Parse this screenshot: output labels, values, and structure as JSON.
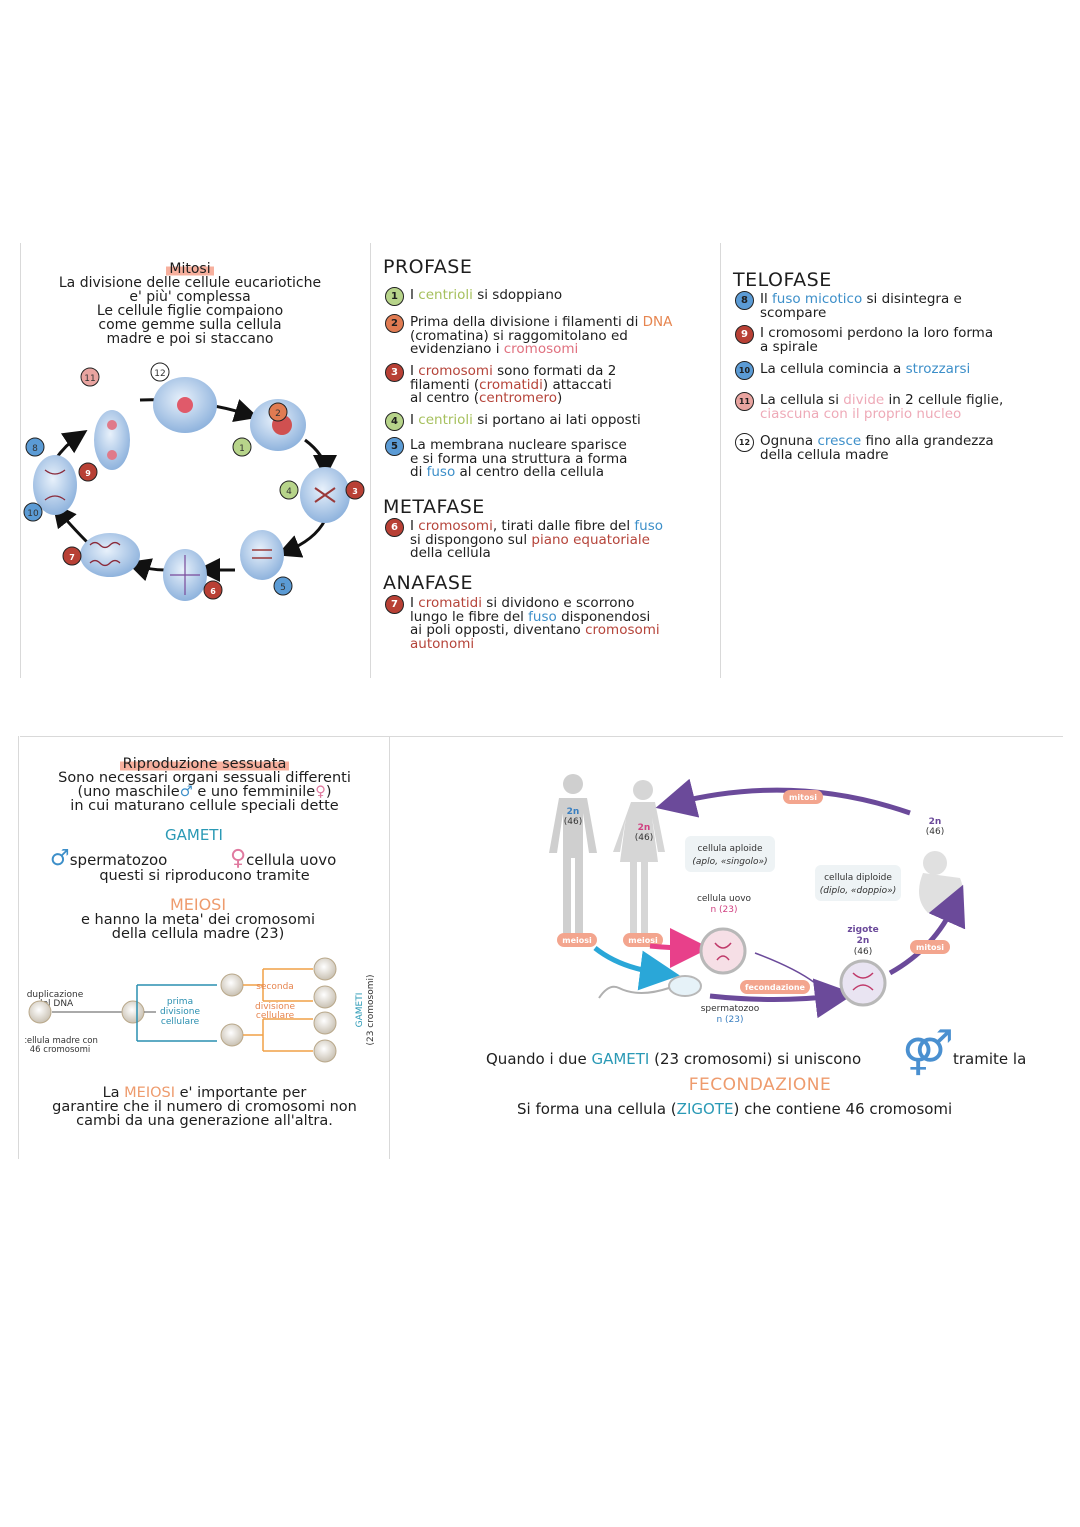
{
  "mitosi": {
    "title": "Mitosi",
    "intro1": "La divisione delle cellule eucariotiche",
    "intro2": "e' più' complessa",
    "intro3": "Le cellule figlie compaiono",
    "intro4": "come gemme sulla cellula",
    "intro5": "madre e poi si staccano",
    "cycle_numbers": [
      "1",
      "2",
      "3",
      "4",
      "5",
      "6",
      "7",
      "8",
      "9",
      "10",
      "11",
      "12"
    ]
  },
  "profase": {
    "title": "PROFASE",
    "i1_num": "1",
    "i1_a": "I ",
    "i1_b": "centrioli",
    "i1_c": " si sdoppiano",
    "i2_num": "2",
    "i2_a": "Prima della divisione i filamenti di ",
    "i2_b": "DNA",
    "i2_c": "(cromatina) si raggomitolano ed",
    "i2_d": "evidenziano i ",
    "i2_e": "cromosomi",
    "i3_num": "3",
    "i3_a": "I ",
    "i3_b": "cromosomi",
    "i3_c": " sono formati da 2",
    "i3_d": "filamenti (",
    "i3_e": "cromatidi",
    "i3_f": ") attaccati",
    "i3_g": "al centro (",
    "i3_h": "centromero",
    "i3_i": ")",
    "i4_num": "4",
    "i4_a": "I ",
    "i4_b": "centrioli",
    "i4_c": " si portano ai lati opposti",
    "i5_num": "5",
    "i5_a": "La membrana nucleare sparisce",
    "i5_b": "e si forma una struttura a forma",
    "i5_c": "di ",
    "i5_d": "fuso",
    "i5_e": " al centro della cellula"
  },
  "metafase": {
    "title": "METAFASE",
    "i6_num": "6",
    "i6_a": "I ",
    "i6_b": "cromosomi",
    "i6_c": ", tirati dalle fibre del ",
    "i6_d": "fuso",
    "i6_e": "si dispongono sul ",
    "i6_f": "piano equatoriale",
    "i6_g": "della cellula"
  },
  "anafase": {
    "title": "ANAFASE",
    "i7_num": "7",
    "i7_a": "I ",
    "i7_b": "cromatidi",
    "i7_c": " si dividono e scorrono",
    "i7_d": "lungo le fibre del ",
    "i7_e": "fuso",
    "i7_f": " disponendosi",
    "i7_g": "ai poli opposti, diventano ",
    "i7_h": "cromosomi",
    "i7_i": "autonomi"
  },
  "telofase": {
    "title": "TELOFASE",
    "i8_num": "8",
    "i8_a": "Il ",
    "i8_b": "fuso micotico",
    "i8_c": " si disintegra e",
    "i8_d": "scompare",
    "i9_num": "9",
    "i9_a": "I cromosomi perdono la loro forma",
    "i9_b": "a spirale",
    "i10_num": "10",
    "i10_a": "La cellula comincia a ",
    "i10_b": "strozzarsi",
    "i11_num": "11",
    "i11_a": "La cellula si ",
    "i11_b": "divide",
    "i11_c": " in 2 cellule figlie,",
    "i11_d": "ciascuna con il proprio nucleo",
    "i12_num": "12",
    "i12_a": "Ognuna ",
    "i12_b": "cresce",
    "i12_c": " fino alla grandezza",
    "i12_d": "della cellula madre"
  },
  "sessuata": {
    "title": "Riproduzione sessuata",
    "l1": "Sono necessari organi sessuali differenti",
    "l2_a": "(uno maschile",
    "l2_b": " e uno femminile",
    "l2_c": ")",
    "l3": "in cui maturano cellule speciali dette",
    "gameti": "GAMETI",
    "sperm": "spermatozoo",
    "uovo": "cellula uovo",
    "l4": "questi si riproducono tramite",
    "meiosi": "MEIOSI",
    "l5": "e hanno la meta' dei cromosomi",
    "l6": "della cellula madre (23)",
    "d_dup1": "duplicazione",
    "d_dup2": "del DNA",
    "d_prima1": "prima",
    "d_prima2": "divisione",
    "d_prima3": "cellulare",
    "d_seconda": "seconda",
    "d_div1": "divisione",
    "d_div2": "cellulare",
    "d_madre1": "cellula madre con",
    "d_madre2": "46 cromosomi",
    "d_gameti": "GAMETI",
    "d_gameti2": "(23 cromosomi)",
    "f1_a": "La ",
    "f1_b": "MEIOSI",
    "f1_c": " e' importante per",
    "f2": "garantire che il numero di cromosomi non",
    "f3": "cambi da una generazione all'altra."
  },
  "ciclo": {
    "man_n": "2n",
    "man_c": "(46)",
    "woman_n": "2n",
    "woman_c": "(46)",
    "baby_n": "2n",
    "baby_c": "(46)",
    "mitosi_top": "mitosi",
    "mitosi_right": "mitosi",
    "meiosi_1": "meiosi",
    "meiosi_2": "meiosi",
    "aploide1": "cellula aploide",
    "aploide2": "(aplo, «singolo»)",
    "diploide1": "cellula diploide",
    "diploide2": "(diplo, «doppio»)",
    "uovo1": "cellula uovo",
    "uovo2": "n (23)",
    "sperm1": "spermatozoo",
    "sperm2": "n (23)",
    "zigote1": "zigote",
    "zigote2": "2n",
    "zigote3": "(46)",
    "fecondazione": "fecondazione"
  },
  "bottom": {
    "l1_a": "Quando i due ",
    "l1_b": "GAMETI",
    "l1_c": " (23 cromosomi) si uniscono",
    "l1_d": "tramite la",
    "fecondazione": "FECONDAZIONE",
    "l2_a": "Si forma una cellula (",
    "l2_b": "ZIGOTE",
    "l2_c": ") che contiene 46 cromosomi"
  },
  "colors": {
    "green": "#a6c05d",
    "red": "#b5443a",
    "blue": "#3d8fc9",
    "orange": "#e6854f",
    "pink": "#e07aa0",
    "purple": "#6b4a9a",
    "cyan": "#2aa7d8"
  }
}
